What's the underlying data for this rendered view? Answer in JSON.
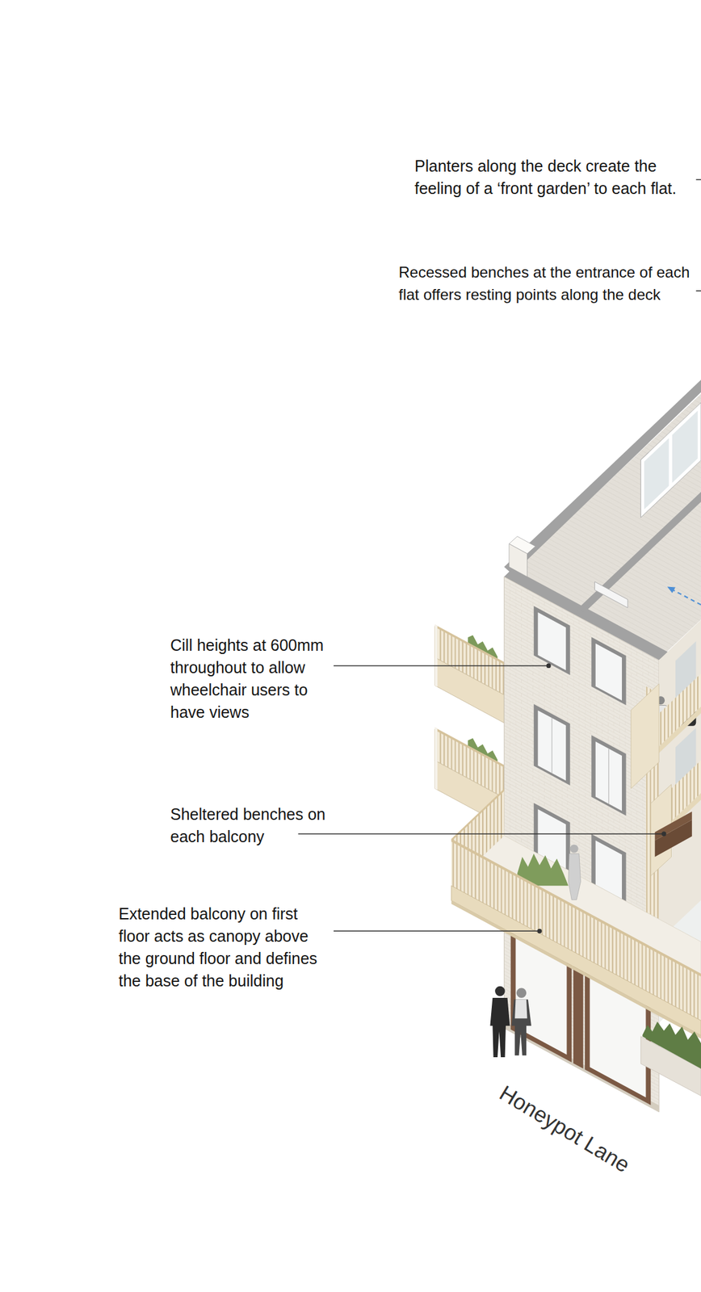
{
  "diagram": {
    "labels": [
      "Planters along the deck create the feeling of a ‘front garden’ to each flat.",
      "Recessed benches at the entrance of each flat offers resting points along the deck",
      "Cill heights at 600mm throughout to allow wheelchair users to have views",
      "Sheltered benches on each balcony",
      "Extended balcony on first floor acts as canopy above the ground floor and defines the base of the building",
      "Honeypot Lane"
    ]
  }
}
